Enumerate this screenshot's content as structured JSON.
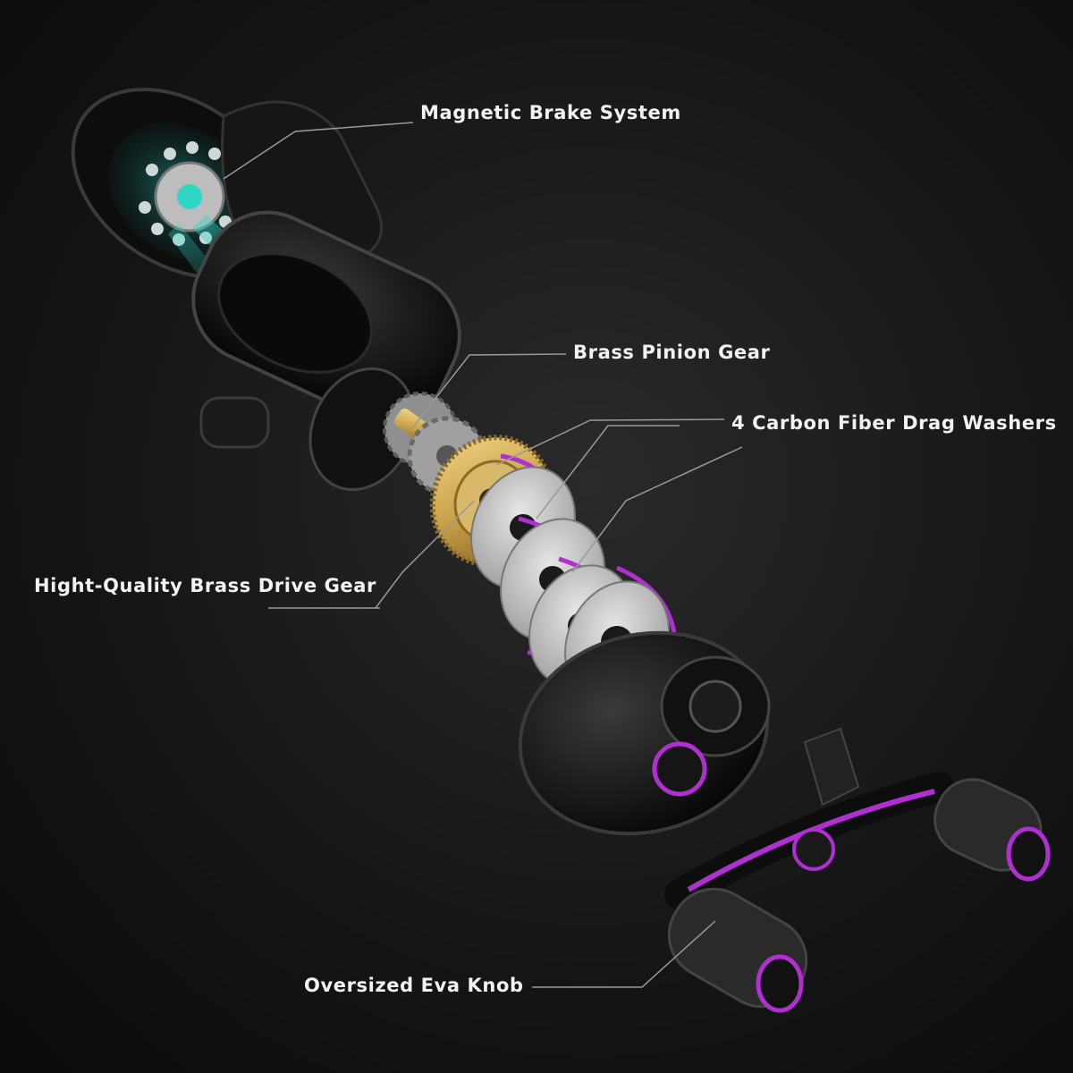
{
  "callouts": {
    "magnetic_brake": "Magnetic Brake System",
    "brass_pinion": "Brass Pinion Gear",
    "drag_washers": "4 Carbon Fiber Drag Washers",
    "drive_gear": "Hight-Quality Brass Drive Gear",
    "eva_knob": "Oversized Eva Knob"
  },
  "colors": {
    "background": "#141414",
    "accent_purple": "#b02fd0",
    "brake_teal": "#2fd6c6",
    "brass": "#c9a24a",
    "washer": "#cfcfcf",
    "label_text": "#f2f2f2"
  }
}
